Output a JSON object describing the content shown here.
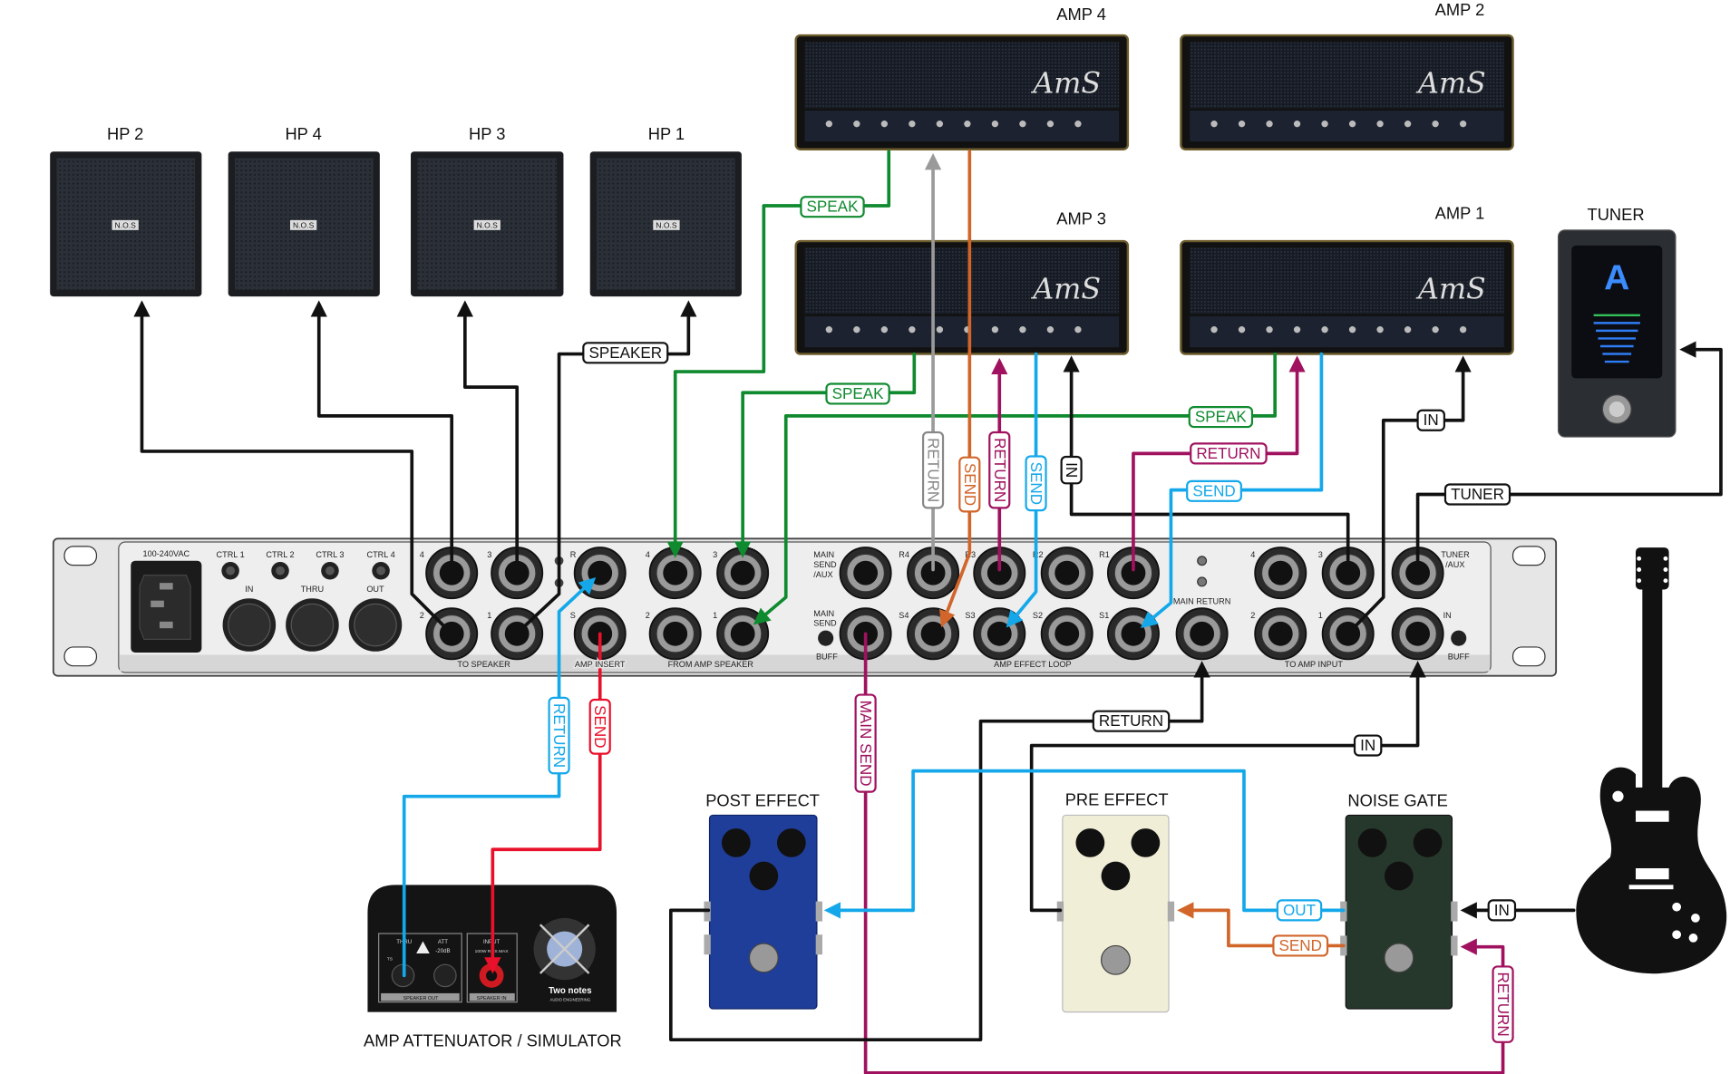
{
  "colors": {
    "black": "#111111",
    "green": "#0f8a2e",
    "gray": "#9a9a9a",
    "orange": "#d2652a",
    "magenta": "#a0125f",
    "blue": "#14a8ea",
    "red": "#e8102a",
    "post_effect": "#1f3e9a",
    "pre_effect": "#f1eed8",
    "noise_gate": "#26382b"
  },
  "speakers": {
    "badge": "N.O.S",
    "items": [
      "HP 2",
      "HP 4",
      "HP 3",
      "HP 1"
    ]
  },
  "amps": {
    "logo": "AmS",
    "items": [
      "AMP 4",
      "AMP 2",
      "AMP 3",
      "AMP 1"
    ]
  },
  "tuner": {
    "title": "TUNER",
    "display": "A"
  },
  "pedals": [
    "POST EFFECT",
    "PRE EFFECT",
    "NOISE GATE"
  ],
  "attenuator": {
    "title": "AMP ATTENUATOR / SIMULATOR",
    "thru": "THRU",
    "att": "ATT",
    "att_db": "-20dB",
    "input": "INPUT",
    "rating": "100W RMS MAX",
    "speaker_out": "SPEAKER OUT",
    "speaker_in": "SPEAKER IN",
    "ts": "TS",
    "brand": "Two notes",
    "brand_sub": "AUDIO ENGINEERING"
  },
  "rack": {
    "power": "100-240VAC",
    "ctrl": [
      "CTRL 1",
      "CTRL 2",
      "CTRL 3",
      "CTRL 4"
    ],
    "midi": [
      "IN",
      "THRU",
      "OUT"
    ],
    "to_speaker": "TO SPEAKER",
    "amp_insert": "AMP INSERT",
    "from_amp_speaker": "FROM AMP SPEAKER",
    "amp_effect_loop": "AMP EFFECT LOOP",
    "main_return": "MAIN RETURN",
    "to_amp_input": "TO AMP INPUT",
    "main_send_aux": [
      "MAIN",
      "SEND",
      "/AUX"
    ],
    "main_send": [
      "MAIN",
      "SEND"
    ],
    "buff": "BUFF",
    "tuner_aux": [
      "TUNER",
      "/AUX"
    ],
    "in": "IN",
    "r": "R",
    "s": "S",
    "nums": [
      "1",
      "2",
      "3",
      "4"
    ],
    "returns": [
      "R4",
      "R3",
      "R2",
      "R1"
    ],
    "sends": [
      "S4",
      "S3",
      "S2",
      "S1"
    ]
  },
  "cable_labels": {
    "speaker": "SPEAKER",
    "speak_amp4": "SPEAK",
    "speak_amp3": "SPEAK",
    "speak_amp1": "SPEAK",
    "return_amp4": "RETURN",
    "send_amp4": "SEND",
    "return_amp3": "RETURN",
    "send_amp3": "SEND",
    "in_amp3": "IN",
    "return_amp1": "RETURN",
    "send_amp1": "SEND",
    "in_amp1": "IN",
    "tuner": "TUNER",
    "return_att": "RETURN",
    "send_att": "SEND",
    "main_send": "MAIN SEND",
    "main_return": "RETURN",
    "in_main": "IN",
    "out_gate": "OUT",
    "send_gate": "SEND",
    "return_gate": "RETURN",
    "in_guitar": "IN"
  }
}
